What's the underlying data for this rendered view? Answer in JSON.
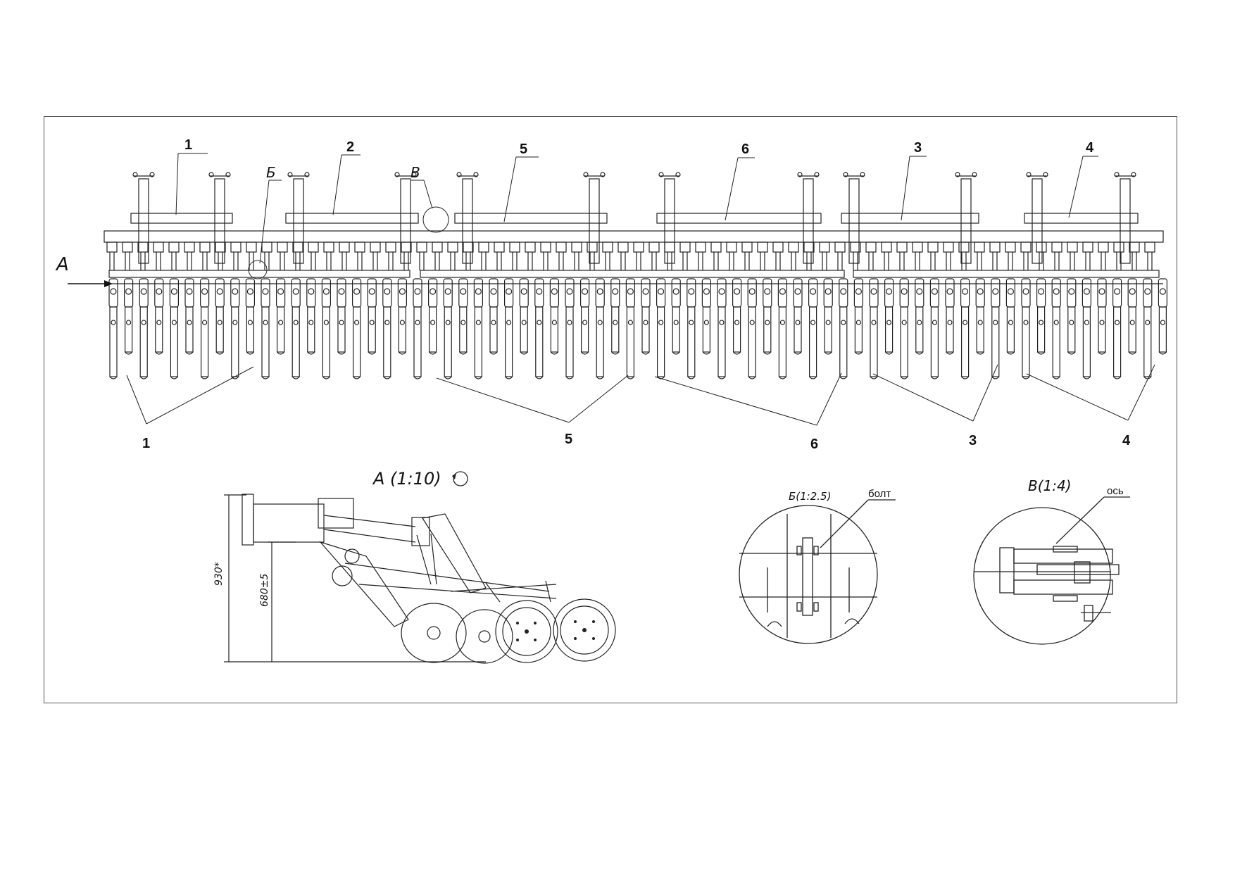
{
  "view_a_arrow_label": "А",
  "top_callouts": [
    "1",
    "2",
    "5",
    "6",
    "3",
    "4"
  ],
  "bottom_callouts": [
    "1",
    "5",
    "6",
    "3",
    "4"
  ],
  "detail_marker_b": "Б",
  "detail_marker_v": "В",
  "view_a": {
    "title": "А (1:10)",
    "dim_overall": "930*",
    "dim_height": "680±5"
  },
  "detail_b": {
    "title": "Б(1:2.5)",
    "callout": "болт"
  },
  "detail_v": {
    "title": "В(1:4)",
    "callout": "ось"
  },
  "colors": {
    "line": "#222222",
    "frame": "#555555"
  }
}
